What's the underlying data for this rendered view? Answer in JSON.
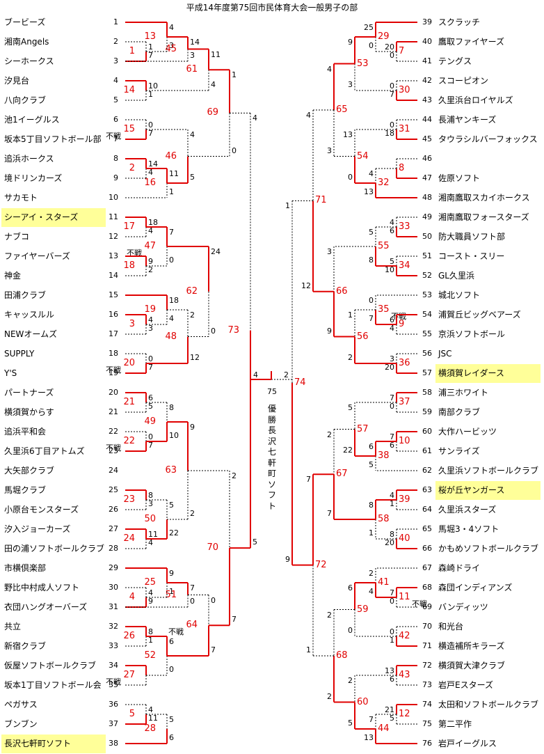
{
  "title": "平成14年度第75回市民体育大会一般男子の部",
  "colors": {
    "win": "#e00000",
    "highlight": "#ffff99"
  },
  "left_teams": [
    {
      "no": "1",
      "name": "ブービーズ"
    },
    {
      "no": "2",
      "name": "湘南Angels"
    },
    {
      "no": "3",
      "name": "シーホークス"
    },
    {
      "no": "4",
      "name": "汐見台"
    },
    {
      "no": "5",
      "name": "八向クラブ"
    },
    {
      "no": "6",
      "name": "池1イーグルス"
    },
    {
      "no": "7",
      "name": "坂本5丁目ソフトボール部"
    },
    {
      "no": "8",
      "name": "追浜ホークス"
    },
    {
      "no": "9",
      "name": "境ドリンカーズ"
    },
    {
      "no": "10",
      "name": "サカモト"
    },
    {
      "no": "11",
      "name": "シーアイ・スターズ"
    },
    {
      "no": "12",
      "name": "ナブコ"
    },
    {
      "no": "13",
      "name": "ファイヤーバーズ"
    },
    {
      "no": "14",
      "name": "神金"
    },
    {
      "no": "15",
      "name": "田浦クラブ"
    },
    {
      "no": "16",
      "name": "キャッスルル"
    },
    {
      "no": "17",
      "name": "NEWオームズ"
    },
    {
      "no": "18",
      "name": "SUPPLY"
    },
    {
      "no": "19",
      "name": "Y'S"
    },
    {
      "no": "20",
      "name": "パートナーズ"
    },
    {
      "no": "21",
      "name": "横須賀からす"
    },
    {
      "no": "22",
      "name": "追浜平和会"
    },
    {
      "no": "23",
      "name": "久里浜6丁目アトムズ"
    },
    {
      "no": "24",
      "name": "大矢部クラブ"
    },
    {
      "no": "25",
      "name": "馬堀クラブ"
    },
    {
      "no": "26",
      "name": "小原台モンスターズ"
    },
    {
      "no": "27",
      "name": "汐入ジョーカーズ"
    },
    {
      "no": "28",
      "name": "田の浦ソフトボールクラブ"
    },
    {
      "no": "29",
      "name": "市横倶楽部"
    },
    {
      "no": "30",
      "name": "野比中村成人ソフト"
    },
    {
      "no": "31",
      "name": "衣団ハングオーバーズ"
    },
    {
      "no": "32",
      "name": "共立"
    },
    {
      "no": "33",
      "name": "新宿クラブ"
    },
    {
      "no": "34",
      "name": "仮屋ソフトボールクラブ"
    },
    {
      "no": "35",
      "name": "坂本1丁目ソフトボール会"
    },
    {
      "no": "36",
      "name": "ペガサス"
    },
    {
      "no": "37",
      "name": "ブンブン"
    },
    {
      "no": "38",
      "name": "長沢七軒町ソフト"
    }
  ],
  "right_teams": [
    {
      "no": "39",
      "name": "スクラッチ"
    },
    {
      "no": "40",
      "name": "鷹取ファイヤーズ"
    },
    {
      "no": "41",
      "name": "テングス"
    },
    {
      "no": "42",
      "name": "スコーピオン"
    },
    {
      "no": "43",
      "name": "久里浜台ロイヤルズ"
    },
    {
      "no": "44",
      "name": "長浦ヤンキーズ"
    },
    {
      "no": "45",
      "name": "タウラシルバーフォックス"
    },
    {
      "no": "46",
      "name": ""
    },
    {
      "no": "47",
      "name": "佐原ソフト"
    },
    {
      "no": "48",
      "name": "湘南鷹取スカイホークス"
    },
    {
      "no": "49",
      "name": "湘南鷹取フォースターズ"
    },
    {
      "no": "50",
      "name": "防大職員ソフト部"
    },
    {
      "no": "51",
      "name": "コースト・スリー"
    },
    {
      "no": "52",
      "name": "GL久里浜"
    },
    {
      "no": "53",
      "name": "城北ソフト"
    },
    {
      "no": "54",
      "name": "浦賀丘ビッグベアーズ"
    },
    {
      "no": "55",
      "name": "京浜ソフトボール"
    },
    {
      "no": "56",
      "name": "JSC"
    },
    {
      "no": "57",
      "name": "横須賀レイダース"
    },
    {
      "no": "58",
      "name": "浦三ホワイト"
    },
    {
      "no": "59",
      "name": "南部クラブ"
    },
    {
      "no": "60",
      "name": "大作ハービッツ"
    },
    {
      "no": "61",
      "name": "サンライズ"
    },
    {
      "no": "62",
      "name": "久里浜ソフトボールクラブ"
    },
    {
      "no": "63",
      "name": "桜が丘ヤンガース"
    },
    {
      "no": "64",
      "name": "久里浜スターズ"
    },
    {
      "no": "65",
      "name": "馬堀3・4ソフト"
    },
    {
      "no": "66",
      "name": "かもめソフトボールクラブ"
    },
    {
      "no": "67",
      "name": "森崎ドライ"
    },
    {
      "no": "68",
      "name": "森団インディアンズ"
    },
    {
      "no": "69",
      "name": "バンディッツ"
    },
    {
      "no": "70",
      "name": "和光台"
    },
    {
      "no": "71",
      "name": "横造補所キラーズ"
    },
    {
      "no": "72",
      "name": "横須賀大津クラブ"
    },
    {
      "no": "73",
      "name": "岩戸Eスターズ"
    },
    {
      "no": "74",
      "name": "太田和ソフトボールクラブ"
    },
    {
      "no": "75",
      "name": "第二平作"
    },
    {
      "no": "76",
      "name": "岩戸イーグルス"
    }
  ],
  "highlighted": [
    "11",
    "38",
    "57",
    "63"
  ],
  "forfeit_label": "不戦",
  "champion_label": "優勝長沢七軒町ソフト",
  "left_matches": [
    {
      "m": "1",
      "a": "2",
      "b": "3",
      "a_score": "1",
      "b_score": "7",
      "winner": "b"
    },
    {
      "m": "2",
      "a": "8",
      "b": "9",
      "a_score": "14",
      "b_score": "4",
      "winner": "a"
    },
    {
      "m": "3",
      "a": "16",
      "b": "17",
      "a_score": "4",
      "b_score": "3",
      "winner": "a"
    },
    {
      "m": "4",
      "a": "30",
      "b": "31",
      "a_score": "4",
      "b_score": "9",
      "winner": "b"
    },
    {
      "m": "5",
      "a": "36",
      "b": "37",
      "a_score": "4",
      "b_score": "11",
      "winner": "b"
    },
    {
      "m": "13",
      "a": "1",
      "b": "M1",
      "a_score": "4",
      "b_score": "3",
      "winner": "a"
    },
    {
      "m": "14",
      "a": "4",
      "b": "5",
      "a_score": "10",
      "b_score": "1",
      "winner": "a"
    },
    {
      "m": "15",
      "a": "6",
      "b": "7",
      "a_score": "0",
      "b_score": "7",
      "winner": "b",
      "forfeit": true
    },
    {
      "m": "16",
      "a": "M2",
      "b": "10",
      "a_score": "11",
      "b_score": "1",
      "winner": "a"
    },
    {
      "m": "17",
      "a": "11",
      "b": "12",
      "a_score": "18",
      "b_score": "4",
      "winner": "a"
    },
    {
      "m": "18",
      "a": "13",
      "b": "14",
      "a_score": "9",
      "b_score": "2",
      "winner": "a"
    },
    {
      "m": "19",
      "a": "15",
      "b": "M3",
      "a_score": "18",
      "b_score": "4",
      "winner": "a"
    },
    {
      "m": "20",
      "a": "18",
      "b": "19",
      "a_score": "0",
      "b_score": "7",
      "winner": "b",
      "forfeit": true
    },
    {
      "m": "21",
      "a": "20",
      "b": "21",
      "a_score": "6",
      "b_score": "5",
      "winner": "a"
    },
    {
      "m": "22",
      "a": "22",
      "b": "23",
      "a_score": "0",
      "b_score": "7",
      "winner": "b",
      "forfeit": true
    },
    {
      "m": "23",
      "a": "25",
      "b": "26",
      "a_score": "8",
      "b_score": "3",
      "winner": "a"
    },
    {
      "m": "24",
      "a": "27",
      "b": "28",
      "a_score": "11",
      "b_score": "4",
      "winner": "a"
    },
    {
      "m": "25",
      "a": "29",
      "b": "M4",
      "a_score": "9",
      "b_score": "1",
      "winner": "a"
    },
    {
      "m": "26",
      "a": "32",
      "b": "33",
      "a_score": "8",
      "b_score": "1",
      "winner": "a"
    },
    {
      "m": "27",
      "a": "34",
      "b": "35",
      "winner": "a",
      "forfeit": true
    },
    {
      "m": "28",
      "a": "M5",
      "b": "38",
      "a_score": "5",
      "b_score": "6",
      "winner": "b"
    },
    {
      "m": "45",
      "a": "M13",
      "b": "3",
      "a_score": "14",
      "b_score": "3",
      "winner": "a"
    },
    {
      "m": "46",
      "a": "M15",
      "b": "M16",
      "a_score": "4",
      "b_score": "5",
      "winner": "b"
    },
    {
      "m": "47",
      "a": "M17",
      "b": "M18",
      "a_score": "7",
      "b_score": "0",
      "winner": "a",
      "forfeit": true
    },
    {
      "m": "48",
      "a": "M19",
      "b": "M20",
      "a_score": "2",
      "b_score": "12",
      "winner": "b"
    },
    {
      "m": "49",
      "a": "M21",
      "b": "M22",
      "a_score": "8",
      "b_score": "10",
      "winner": "b"
    },
    {
      "m": "50",
      "a": "M23",
      "b": "M24",
      "a_score": "5",
      "b_score": "22",
      "winner": "b"
    },
    {
      "m": "51",
      "a": "M25",
      "b": "31",
      "a_score": "7",
      "b_score": "0",
      "winner": "a"
    },
    {
      "m": "52",
      "a": "M26",
      "b": "M27",
      "a_score": "6",
      "b_score": "0",
      "winner": "a"
    },
    {
      "m": "61",
      "a": "M45",
      "b": "M14",
      "a_score": "11",
      "b_score": "4",
      "winner": "a"
    },
    {
      "m": "62",
      "a": "M47",
      "b": "M48",
      "a_score": "24",
      "b_score": "0",
      "winner": "a"
    },
    {
      "m": "63",
      "a": "M49",
      "b": "M50",
      "a_score": "9",
      "b_score": "2",
      "winner": "a"
    },
    {
      "m": "64",
      "a": "M51",
      "b": "M52",
      "a_score": "0",
      "b_score": "7",
      "winner": "b",
      "forfeit": true
    },
    {
      "m": "69",
      "a": "M61",
      "b": "M46",
      "a_score": "1",
      "b_score": "0",
      "winner": "a"
    },
    {
      "m": "70",
      "a": "M63",
      "b": "M64",
      "a_score": "2",
      "b_score": "7",
      "winner": "b"
    },
    {
      "m": "73",
      "a": "M69",
      "b": "M70",
      "a_score": "4",
      "b_score": "5",
      "winner": "b"
    }
  ],
  "right_matches": [
    {
      "m": "7",
      "a": "40",
      "b": "41",
      "a_score": "20",
      "b_score": "0",
      "winner": "a"
    },
    {
      "m": "8",
      "a": "46",
      "b": "47",
      "winner": "b"
    },
    {
      "m": "9",
      "a": "54",
      "b": "55",
      "a_score": "6",
      "b_score": "4",
      "winner": "a"
    },
    {
      "m": "10",
      "a": "60",
      "b": "61",
      "a_score": "7",
      "b_score": "6",
      "winner": "a"
    },
    {
      "m": "11",
      "a": "68",
      "b": "69",
      "a_score": "7",
      "b_score": "0",
      "winner": "a",
      "forfeit": true
    },
    {
      "m": "12",
      "a": "74",
      "b": "75",
      "a_score": "21",
      "b_score": "5",
      "winner": "a"
    },
    {
      "m": "29",
      "a": "39",
      "b": "M7",
      "a_score": "25",
      "b_score": "0",
      "winner": "a"
    },
    {
      "m": "30",
      "a": "42",
      "b": "43",
      "a_score": "0",
      "b_score": "7",
      "winner": "b"
    },
    {
      "m": "31",
      "a": "44",
      "b": "45",
      "a_score": "0",
      "b_score": "18",
      "winner": "b"
    },
    {
      "m": "32",
      "a": "M8",
      "b": "48",
      "a_score": "4",
      "b_score": "13",
      "winner": "b"
    },
    {
      "m": "33",
      "a": "49",
      "b": "50",
      "a_score": "4",
      "b_score": "6",
      "winner": "b"
    },
    {
      "m": "34",
      "a": "51",
      "b": "52",
      "a_score": "5",
      "b_score": "10",
      "winner": "b"
    },
    {
      "m": "35",
      "a": "53",
      "b": "M9",
      "a_score": "0",
      "b_score": "7",
      "winner": "b",
      "forfeit": true
    },
    {
      "m": "36",
      "a": "56",
      "b": "57",
      "a_score": "3",
      "b_score": "20",
      "winner": "b"
    },
    {
      "m": "37",
      "a": "58",
      "b": "59",
      "a_score": "7",
      "b_score": "0",
      "winner": "a"
    },
    {
      "m": "38",
      "a": "M10",
      "b": "62",
      "a_score": "6",
      "b_score": "5",
      "winner": "a"
    },
    {
      "m": "39",
      "a": "63",
      "b": "64",
      "a_score": "4",
      "b_score": "1",
      "winner": "a"
    },
    {
      "m": "40",
      "a": "65",
      "b": "66",
      "a_score": "8",
      "b_score": "20",
      "winner": "b"
    },
    {
      "m": "41",
      "a": "67",
      "b": "M11",
      "a_score": "2",
      "b_score": "4",
      "winner": "b"
    },
    {
      "m": "42",
      "a": "70",
      "b": "71",
      "a_score": "0",
      "b_score": "1",
      "winner": "b"
    },
    {
      "m": "43",
      "a": "72",
      "b": "73",
      "a_score": "13",
      "b_score": "6",
      "winner": "a"
    },
    {
      "m": "44",
      "a": "M12",
      "b": "76",
      "a_score": "7",
      "b_score": "13",
      "winner": "b"
    },
    {
      "m": "53",
      "a": "M29",
      "b": "M30",
      "a_score": "9",
      "b_score": "3",
      "winner": "a"
    },
    {
      "m": "54",
      "a": "M31",
      "b": "M32",
      "a_score": "13",
      "b_score": "0",
      "winner": "b"
    },
    {
      "m": "55",
      "a": "M33",
      "b": "M34",
      "a_score": "5",
      "b_score": "8",
      "winner": "b"
    },
    {
      "m": "56",
      "a": "M35",
      "b": "M36",
      "a_score": "1",
      "b_score": "2",
      "winner": "b"
    },
    {
      "m": "57",
      "a": "M37",
      "b": "M38",
      "a_score": "5",
      "b_score": "22",
      "winner": "b"
    },
    {
      "m": "58",
      "a": "M39",
      "b": "M40",
      "a_score": "8",
      "b_score": "1",
      "winner": "a"
    },
    {
      "m": "59",
      "a": "M41",
      "b": "M42",
      "a_score": "6",
      "b_score": "0",
      "winner": "a"
    },
    {
      "m": "60",
      "a": "M43",
      "b": "M44",
      "a_score": "2",
      "b_score": "5",
      "winner": "b"
    },
    {
      "m": "65",
      "a": "M53",
      "b": "M54",
      "a_score": "4",
      "b_score": "3",
      "winner": "a"
    },
    {
      "m": "66",
      "a": "M55",
      "b": "M56",
      "a_score": "3",
      "b_score": "9",
      "winner": "b"
    },
    {
      "m": "67",
      "a": "M57",
      "b": "M58",
      "a_score": "2",
      "b_score": "7",
      "winner": "b"
    },
    {
      "m": "68",
      "a": "M59",
      "b": "M60",
      "a_score": "2",
      "b_score": "2",
      "winner": "b"
    },
    {
      "m": "71",
      "a": "M65",
      "b": "M66",
      "a_score": "4",
      "b_score": "12",
      "winner": "b"
    },
    {
      "m": "72",
      "a": "M67",
      "b": "M68",
      "a_score": "7",
      "b_score": "1",
      "winner": "a"
    },
    {
      "m": "74",
      "a": "M71",
      "b": "M72",
      "a_score": "1",
      "b_score": "9",
      "winner": "b"
    }
  ],
  "final": {
    "m": "75",
    "a": "M73",
    "b": "M74",
    "a_score": "4",
    "b_score": "2",
    "winner": "a"
  }
}
